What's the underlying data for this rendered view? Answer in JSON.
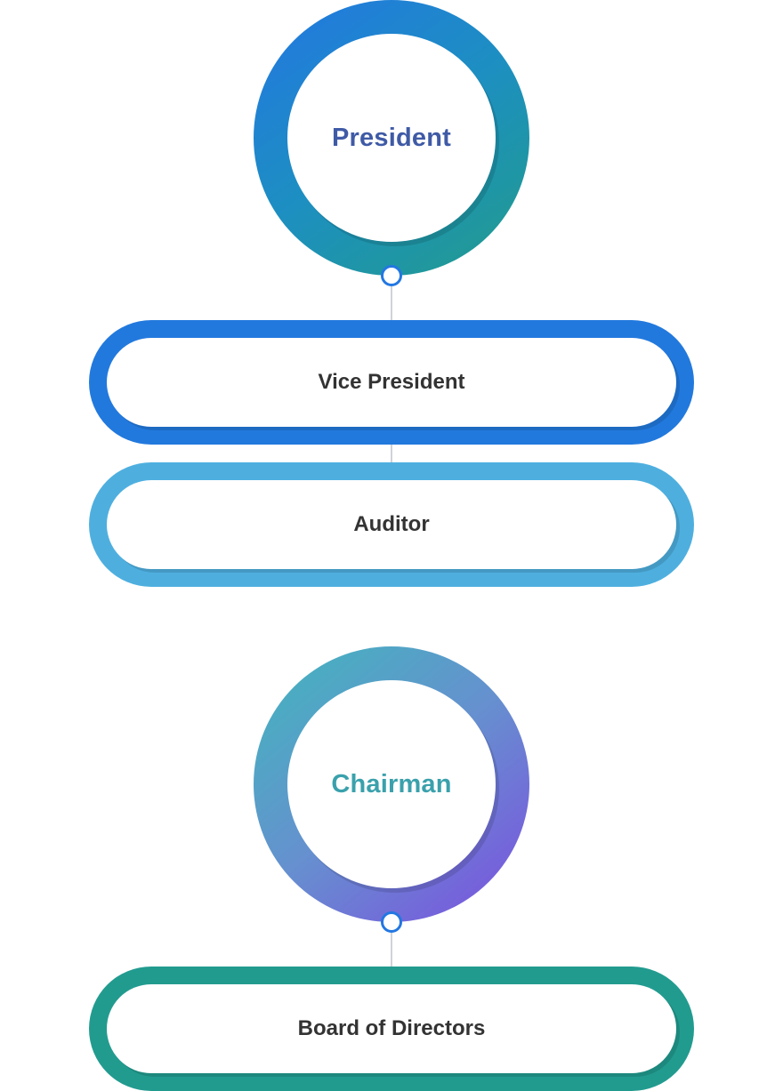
{
  "sections": {
    "top": {
      "root": {
        "label": "President",
        "ring_gradient": [
          "#2377e2",
          "#1d8fc1",
          "#219c8b"
        ],
        "label_color": "#3f5aa6"
      },
      "children": [
        {
          "label": "Vice President",
          "color": "#2279dd"
        },
        {
          "label": "Auditor",
          "color": "#4eafdf"
        }
      ]
    },
    "bottom": {
      "root": {
        "label": "Chairman",
        "ring_gradient": [
          "#40b7bd",
          "#6690cf",
          "#7c4ee0"
        ],
        "label_color": "#3aa1ac"
      },
      "children": [
        {
          "label": "Board of Directors",
          "color": "#229b8f"
        }
      ]
    }
  },
  "connector_dot_color": "#2377e2"
}
